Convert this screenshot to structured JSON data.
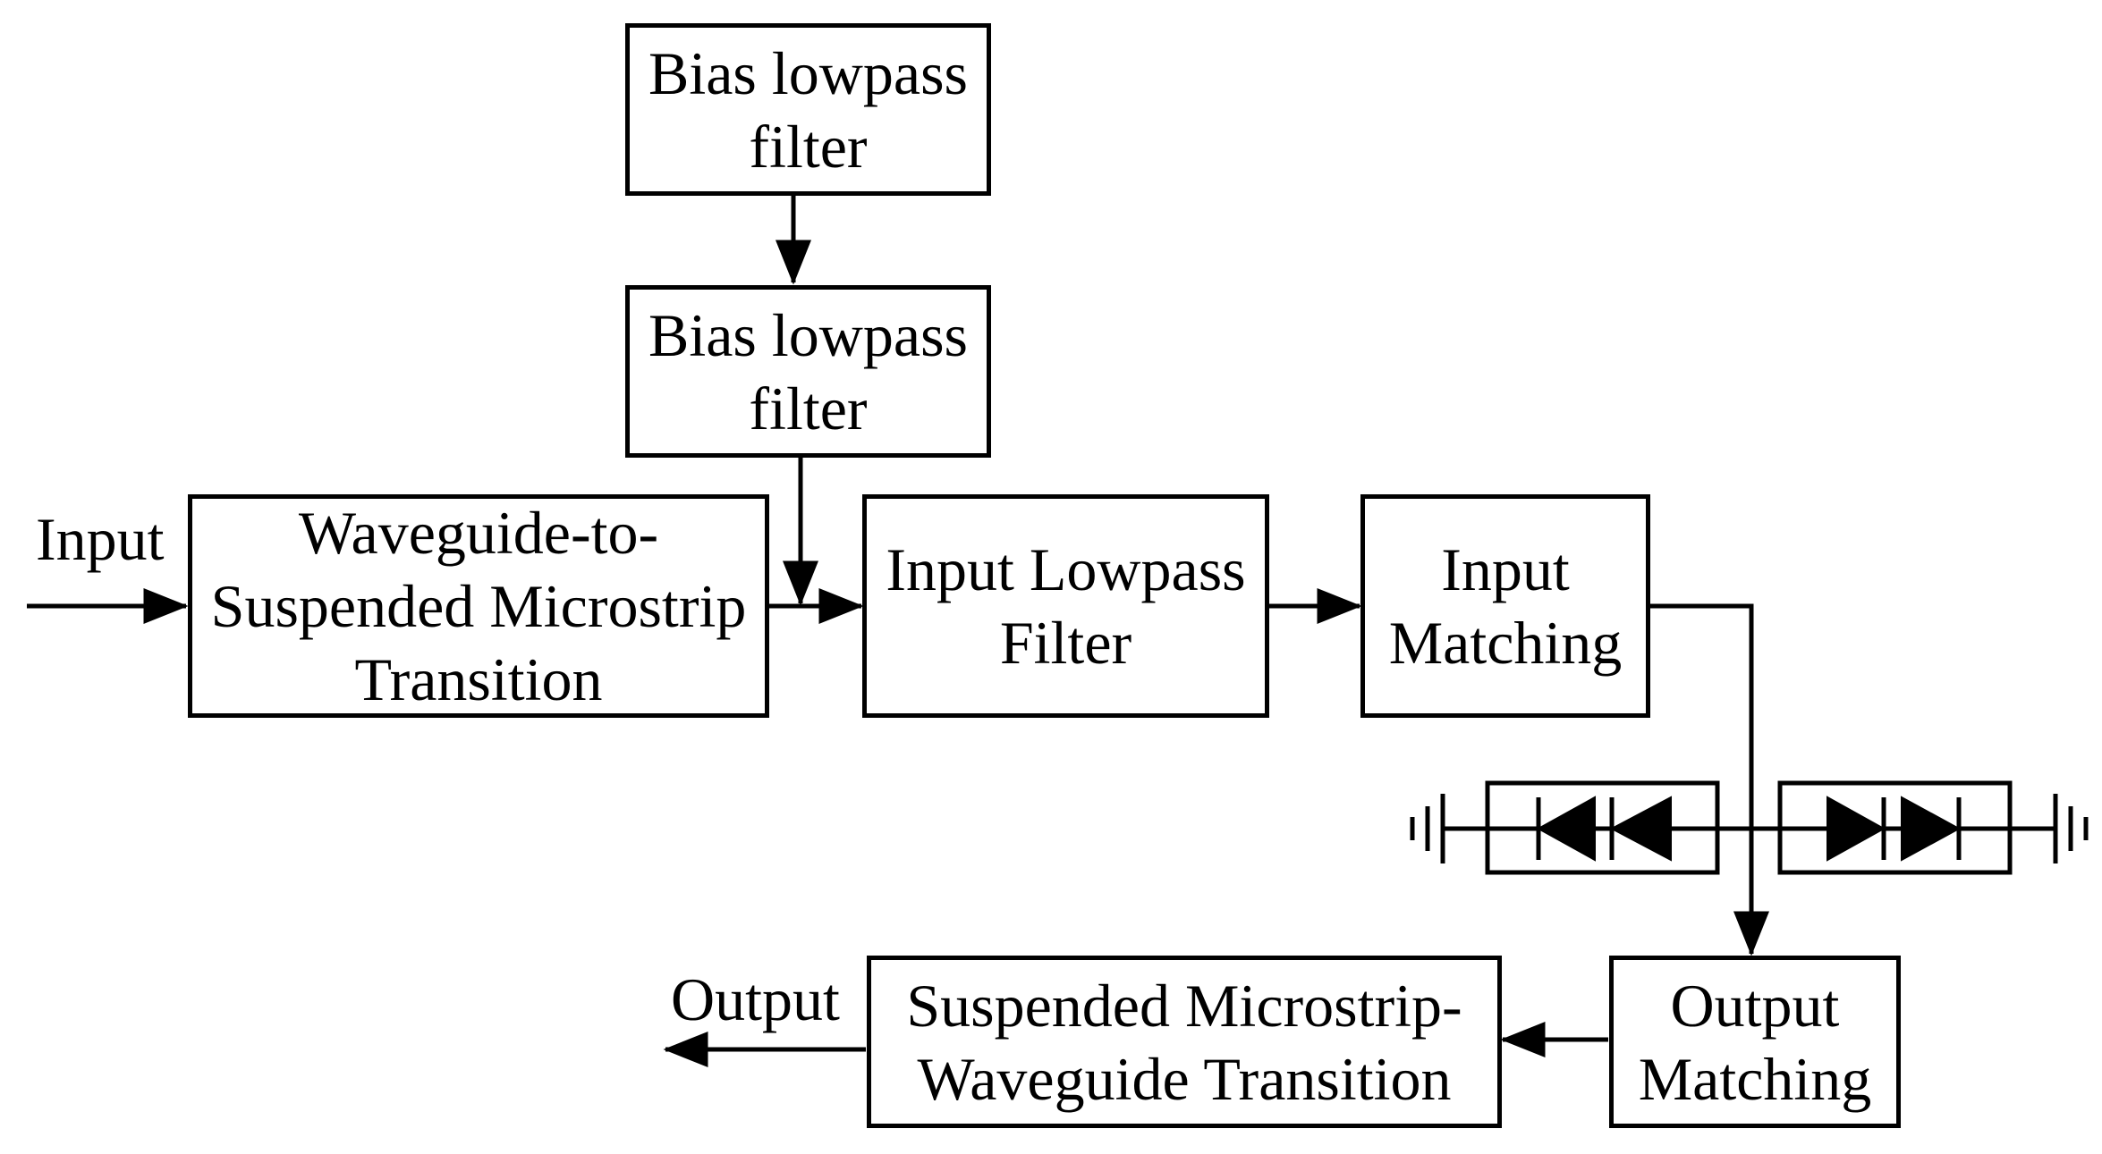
{
  "diagram": {
    "blocks": {
      "bias_filter_1": {
        "lines": [
          "Bias lowpass",
          "filter"
        ]
      },
      "bias_filter_2": {
        "lines": [
          "Bias lowpass",
          "filter"
        ]
      },
      "waveguide_transition": {
        "lines": [
          "Waveguide-to-",
          "Suspended Microstrip",
          "Transition"
        ]
      },
      "input_lowpass": {
        "lines": [
          "Input Lowpass",
          "Filter"
        ]
      },
      "input_matching": {
        "lines": [
          "Input",
          "Matching"
        ]
      },
      "output_matching": {
        "lines": [
          "Output",
          "Matching"
        ]
      },
      "output_transition": {
        "lines": [
          "Suspended Microstrip-",
          "Waveguide Transition"
        ]
      }
    },
    "labels": {
      "input": "Input",
      "output": "Output"
    },
    "colors": {
      "stroke": "#000000",
      "background": "#ffffff"
    }
  }
}
